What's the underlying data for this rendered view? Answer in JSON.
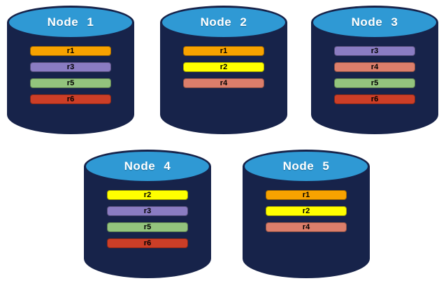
{
  "diagram": {
    "description": "Five database node cylinders showing replica placement",
    "colors": {
      "cylinder_body": "#17234A",
      "cylinder_top": "#2F99D4",
      "title_text": "#FFFFFF",
      "bar_text": "#000000",
      "background": "#FFFFFF"
    },
    "replica_colors": {
      "r1": "#F7A200",
      "r2": "#FFFF00",
      "r3": "#8A7CC2",
      "r4": "#DC7E6B",
      "r5": "#93C47D",
      "r6": "#CC3E27"
    },
    "nodes": [
      {
        "label": "Node 1",
        "replicas": [
          "r1",
          "r3",
          "r5",
          "r6"
        ]
      },
      {
        "label": "Node 2",
        "replicas": [
          "r1",
          "r2",
          "r4"
        ]
      },
      {
        "label": "Node 3",
        "replicas": [
          "r3",
          "r4",
          "r5",
          "r6"
        ]
      },
      {
        "label": "Node 4",
        "replicas": [
          "r2",
          "r3",
          "r5",
          "r6"
        ]
      },
      {
        "label": "Node 5",
        "replicas": [
          "r1",
          "r2",
          "r4"
        ]
      }
    ]
  }
}
